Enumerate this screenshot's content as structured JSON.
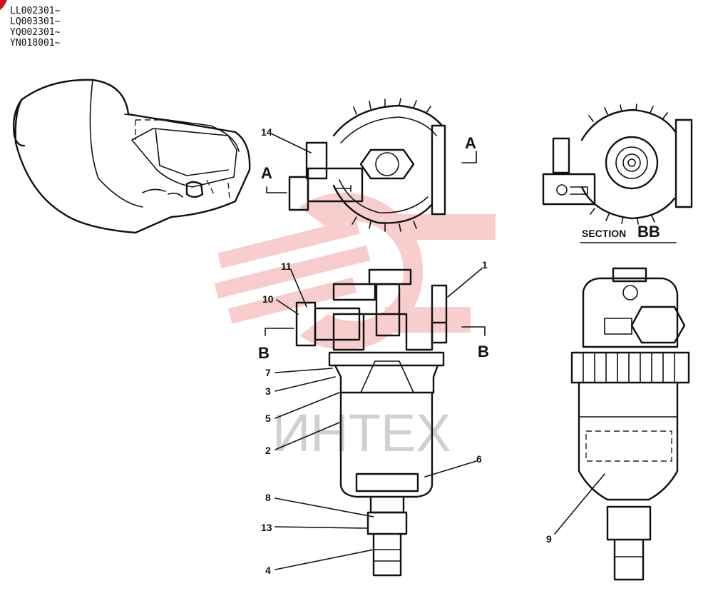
{
  "serial_numbers": [
    "LL002301~",
    "LQ003301~",
    "YQ002301~",
    "YN018001~"
  ],
  "section_markers": {
    "a_left": "A",
    "a_right": "A",
    "b_left": "B",
    "b_right": "B"
  },
  "section_caption": {
    "prefix": "SECTION",
    "suffix": "BB"
  },
  "callouts": [
    "14",
    "1",
    "11",
    "10",
    "7",
    "3",
    "5",
    "2",
    "6",
    "8",
    "13",
    "4",
    "9"
  ],
  "watermark": {
    "text": "ИНТЕХ",
    "color": "#e85a5a"
  }
}
